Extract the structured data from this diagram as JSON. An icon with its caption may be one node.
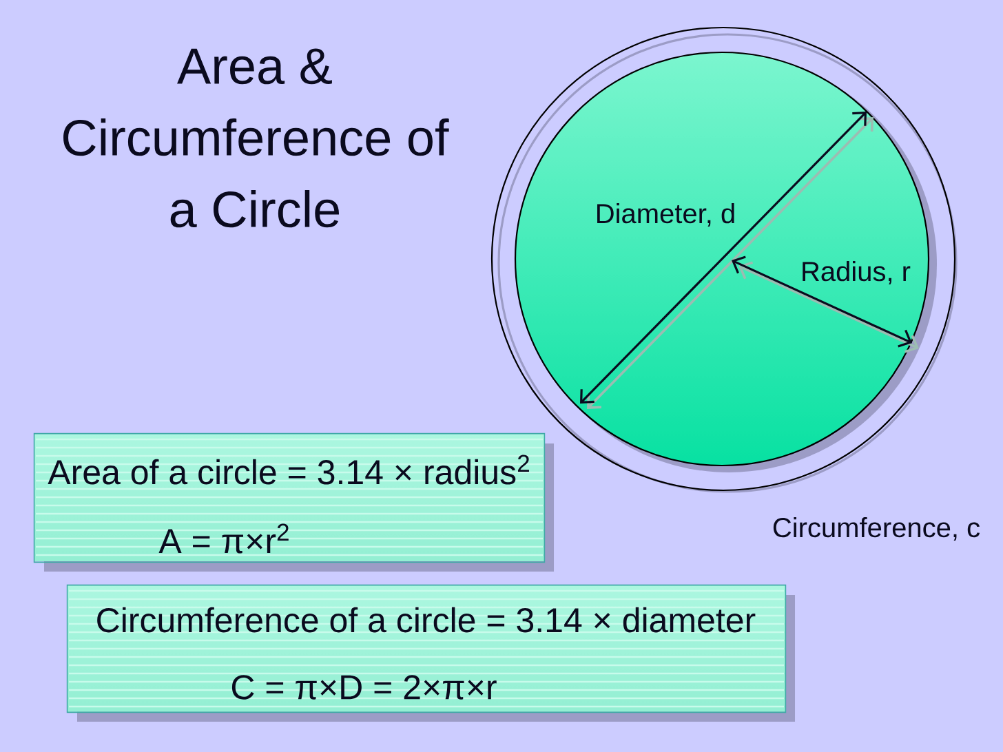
{
  "diagram": {
    "title": "Area & Circumference of a Circle",
    "nodes": [
      {
        "text": [
          "Diameter, d",
          "Radius, r"
        ],
        "beside": [
          "Circumference, c"
        ]
      },
      {
        "text": [
          "Area of a circle = 3.14 × radius$^{2}$",
          "A = π×r$^{2}$"
        ]
      },
      {
        "text": [
          "Circumference of a circle = 3.14 × diameter",
          "C = π×D = 2×π×r"
        ]
      }
    ]
  }
}
